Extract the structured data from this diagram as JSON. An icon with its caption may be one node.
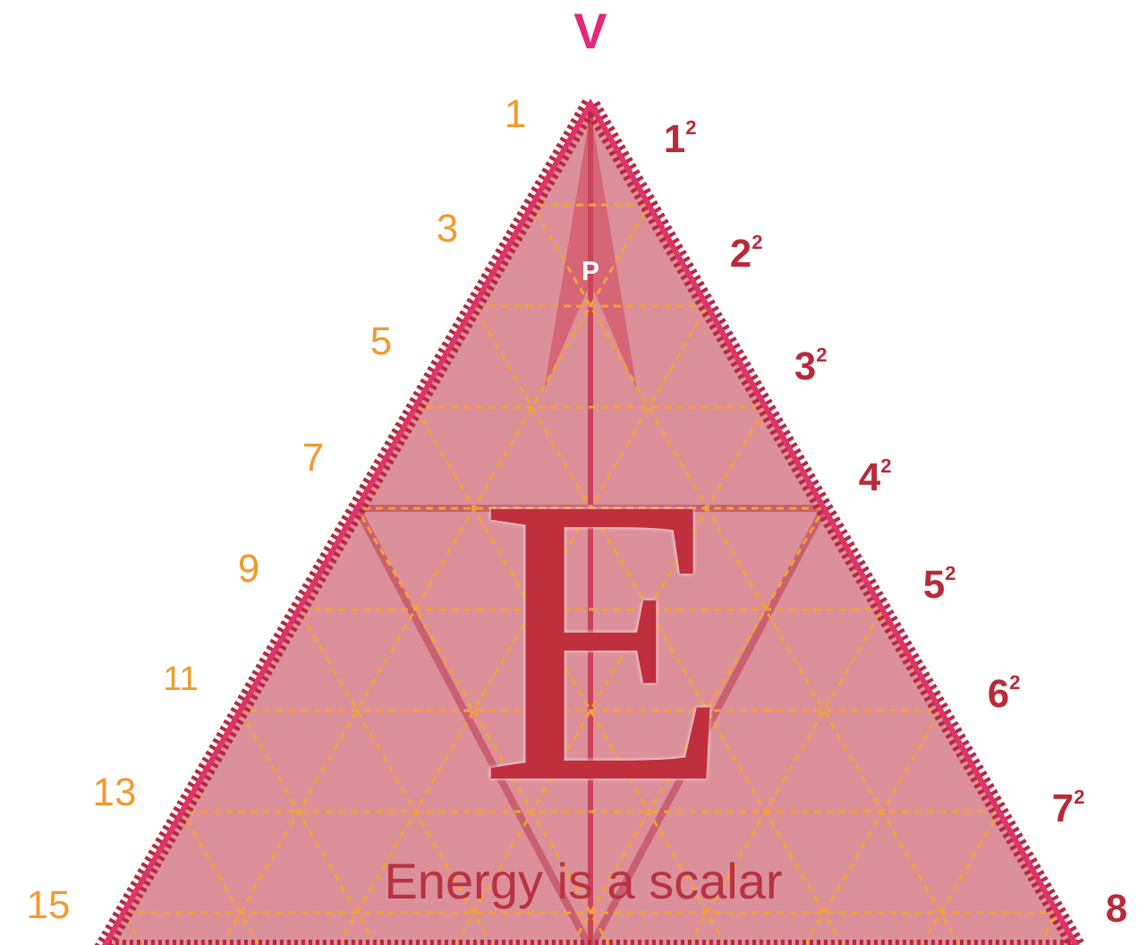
{
  "diagram": {
    "labels": [
      "V",
      "1",
      "1$^{2}$",
      "3",
      "2$^{2}$",
      "P",
      "5",
      "3$^{2}$",
      "7",
      "4$^{2}$",
      "E",
      "9",
      "5$^{2}$",
      "11",
      "6$^{2}$",
      "13",
      "7$^{2}$",
      "Energy is a scalar",
      "15",
      "8"
    ]
  }
}
